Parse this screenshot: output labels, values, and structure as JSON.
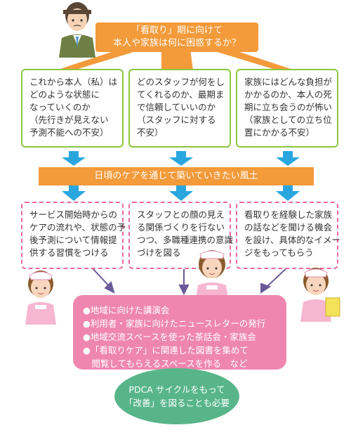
{
  "header": {
    "lines": [
      "「看取り」期に向けて",
      "本人や家族は何に困惑するか？"
    ]
  },
  "worries": [
    {
      "lines": [
        "これから本人（私）は",
        "どのような状態に",
        "なっていくのか",
        "（先行きが見えない",
        "予測不能への不安）"
      ]
    },
    {
      "lines": [
        "どのスタッフが何をし",
        "てくれるのか、最期ま",
        "で信頼していいのか",
        "（スタッフに対する",
        "不安）"
      ]
    },
    {
      "lines": [
        "家族にはどんな負担が",
        "かかるのか、本人の死",
        "期に立ち会うのが怖い",
        "（家族としての立ち位",
        "置にかかる不安）"
      ]
    }
  ],
  "culture_bar": {
    "text": "日頃のケアを通じて築いていきたい風土"
  },
  "practices": [
    {
      "lines": [
        "サービス開始時からの",
        "ケアの流れや、状態の予",
        "後予測について情報提",
        "供する習慣をつける"
      ]
    },
    {
      "lines": [
        "スタッフとの顔の見え",
        "る関係づくりを行ない",
        "つつ、多職種連携の意識",
        "づけを図る"
      ]
    },
    {
      "lines": [
        "看取りを経験した家族",
        "の話などを聞ける機会",
        "を設け、具体的なイメー",
        "ジをもってもらう"
      ]
    }
  ],
  "actions": {
    "lines": [
      "●地域に向けた講演会",
      "●利用者・家族に向けたニュースレターの発行",
      "●地域交流スペースを使った茶話会・家族会",
      "●「看取りケア」に関連した図書を集めて",
      "　閲覧してもらえるスペースを作る　など"
    ]
  },
  "pdca": {
    "lines": [
      "PDCA サイクルをもって",
      "「改善」を図ることも必要"
    ]
  },
  "colors": {
    "orange": "#f39a3a",
    "green_border": "#8cc63f",
    "pink_dashed": "#e86aa0",
    "pink_fill": "#ee86b0",
    "teal_ellipse": "#58b58a",
    "blue_arrow": "#2aa6df",
    "purple_arrow": "#6a5a9a"
  },
  "icons": [
    "man-avatar-icon",
    "nurse-left-icon",
    "nurse-center-icon",
    "nurse-right-icon"
  ]
}
